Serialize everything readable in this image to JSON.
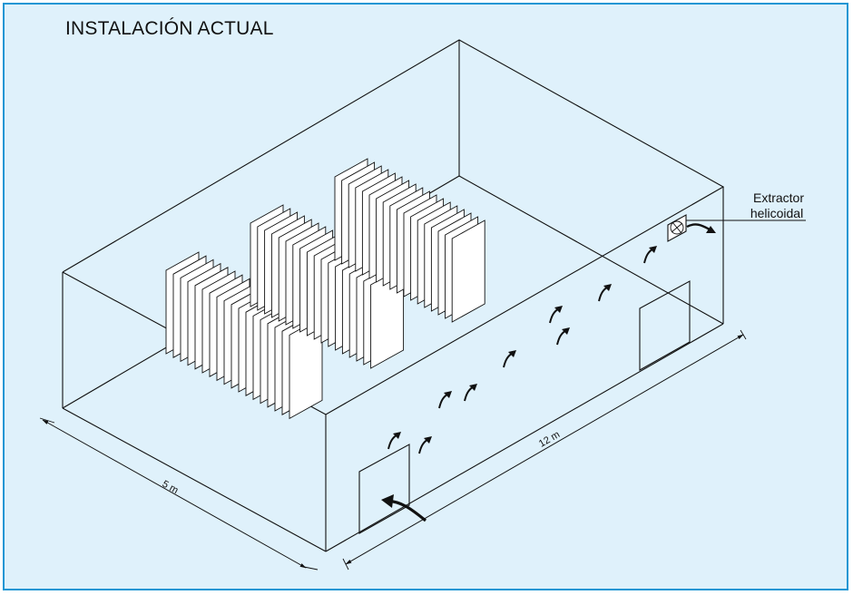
{
  "title": "INSTALACIÓN ACTUAL",
  "extractor": {
    "line1": "Extractor",
    "line2": "helicoidal"
  },
  "dimensions": {
    "width": "5 m",
    "length": "12 m"
  }
}
